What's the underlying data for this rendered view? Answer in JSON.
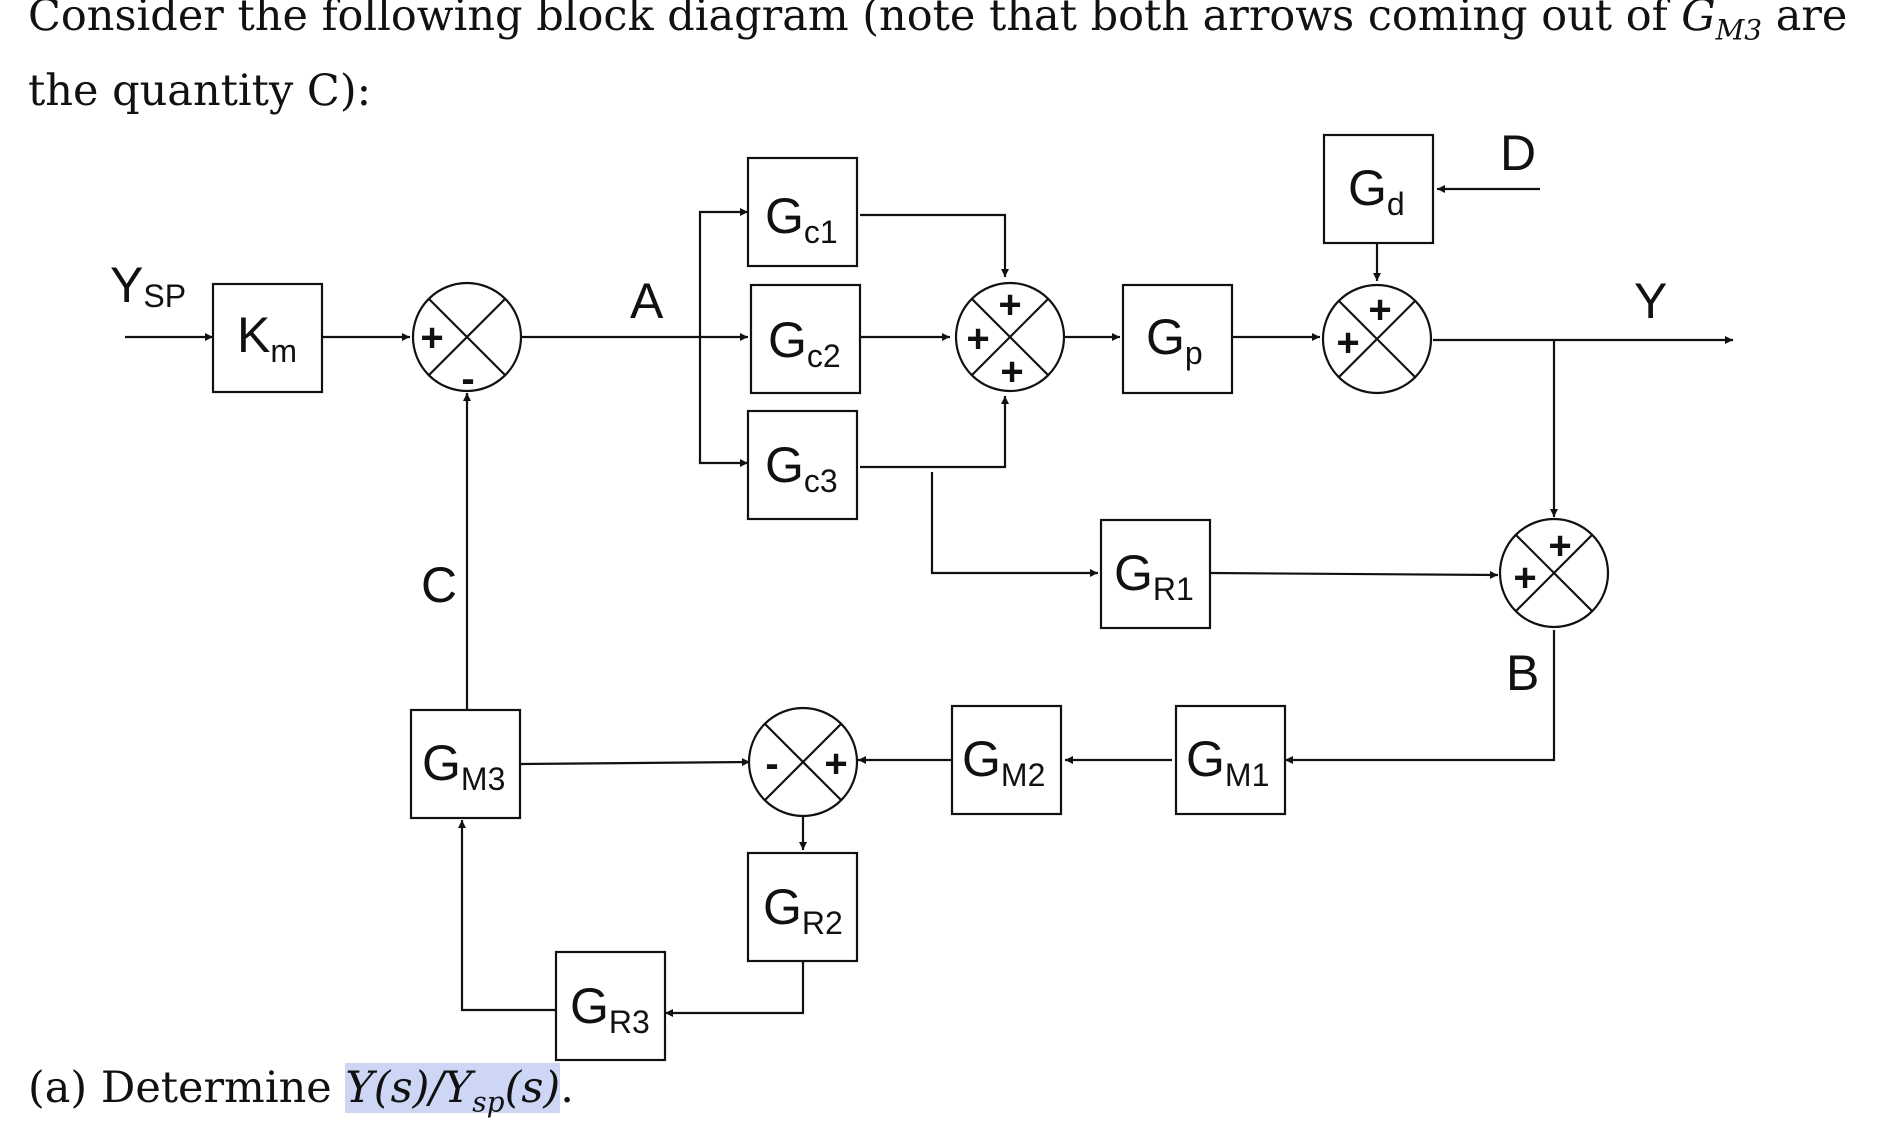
{
  "intro": {
    "line1_prefix": "Consider the following block diagram (note that both arrows coming out of ",
    "gm3_symbol": "G",
    "gm3_subscript": "M3",
    "line1_suffix": " are",
    "line2": "the quantity C):"
  },
  "question": {
    "prefix": "(a) Determine ",
    "expr_y": "Y(s)/Y",
    "expr_sub": "sp",
    "expr_end": "(s)",
    "suffix": "."
  },
  "signals": {
    "ysp": "Y",
    "ysp_sub": "SP",
    "a": "A",
    "c": "C",
    "d": "D",
    "y": "Y",
    "b": "B"
  },
  "blocks": {
    "km": {
      "main": "K",
      "sub": "m"
    },
    "gc1": {
      "main": "G",
      "sub": "c1"
    },
    "gc2": {
      "main": "G",
      "sub": "c2"
    },
    "gc3": {
      "main": "G",
      "sub": "c3"
    },
    "gp": {
      "main": "G",
      "sub": "p"
    },
    "gd": {
      "main": "G",
      "sub": "d"
    },
    "gr1": {
      "main": "G",
      "sub": "R1"
    },
    "gm1": {
      "main": "G",
      "sub": "M1"
    },
    "gm2": {
      "main": "G",
      "sub": "M2"
    },
    "gm3": {
      "main": "G",
      "sub": "M3"
    },
    "gr2": {
      "main": "G",
      "sub": "R2"
    },
    "gr3": {
      "main": "G",
      "sub": "R3"
    }
  },
  "signs": {
    "plus": "+",
    "minus": "-"
  }
}
